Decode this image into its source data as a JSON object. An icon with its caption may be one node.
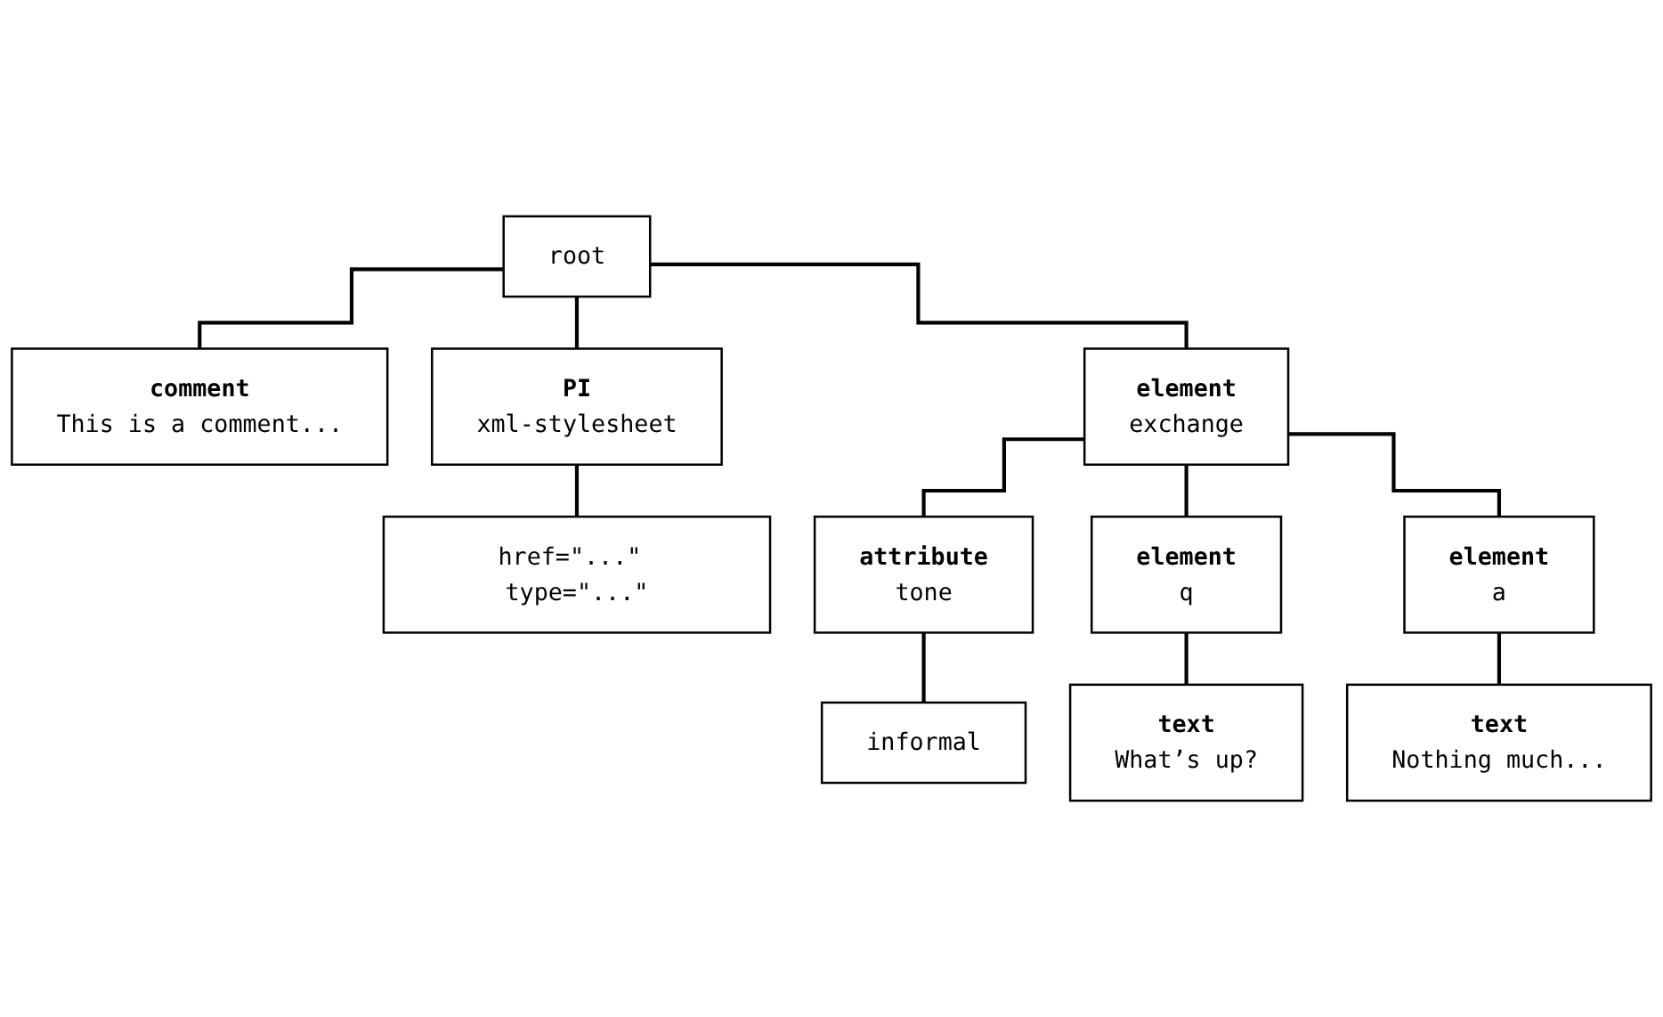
{
  "diagram": {
    "nodes": [
      {
        "text": [
          "root"
        ]
      },
      {
        "text": [
          "comment",
          "This is a comment..."
        ]
      },
      {
        "text": [
          "PI",
          "xml-stylesheet"
        ]
      },
      {
        "text": [
          "element",
          "exchange"
        ]
      },
      {
        "text": [
          "attribute",
          "tone"
        ]
      },
      {
        "text": [
          "href=\"...\" type=\"...\""
        ]
      },
      {
        "text": [
          "informal"
        ]
      },
      {
        "text": [
          "element",
          "q"
        ]
      },
      {
        "text": [
          "element",
          "a"
        ]
      },
      {
        "text": [
          "text",
          "What’s up?"
        ]
      },
      {
        "text": [
          "text",
          "Nothing much..."
        ]
      }
    ],
    "edges": [
      {
        "from": 0,
        "to": 1,
        "arrow": "none"
      },
      {
        "from": 0,
        "to": 2,
        "arrow": "none"
      },
      {
        "from": 0,
        "to": 3,
        "arrow": "none"
      },
      {
        "from": 2,
        "to": 5,
        "arrow": "none"
      },
      {
        "from": 3,
        "to": 4,
        "arrow": "none"
      },
      {
        "from": 4,
        "to": 6,
        "arrow": "none"
      },
      {
        "from": 3,
        "to": 7,
        "arrow": "none"
      },
      {
        "from": 3,
        "to": 8,
        "arrow": "none"
      },
      {
        "from": 7,
        "to": 9,
        "arrow": "none"
      },
      {
        "from": 8,
        "to": 10,
        "arrow": "none"
      }
    ]
  }
}
